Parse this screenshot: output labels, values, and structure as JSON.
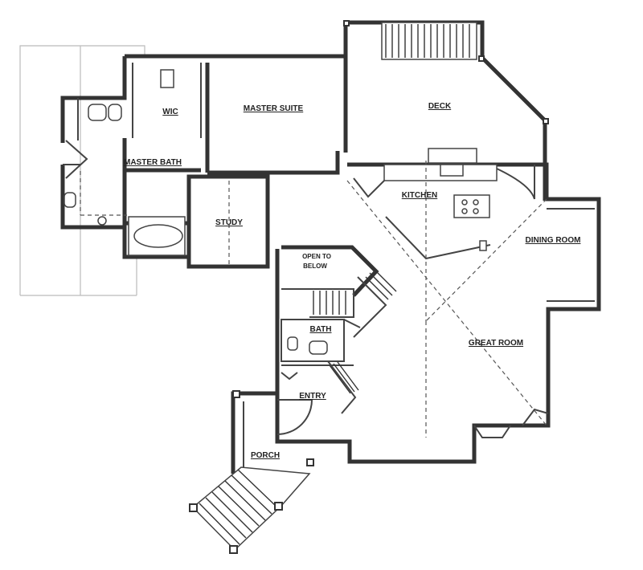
{
  "rooms": {
    "wic": "WIC",
    "master_suite": "MASTER SUITE",
    "deck": "DECK",
    "master_bath": "MASTER BATH",
    "kitchen": "KITCHEN",
    "study": "STUDY",
    "open_to_below_1": "OPEN TO",
    "open_to_below_2": "BELOW",
    "dining_room": "DINING ROOM",
    "bath": "BATH",
    "great_room": "GREAT ROOM",
    "entry": "ENTRY",
    "porch": "PORCH"
  }
}
